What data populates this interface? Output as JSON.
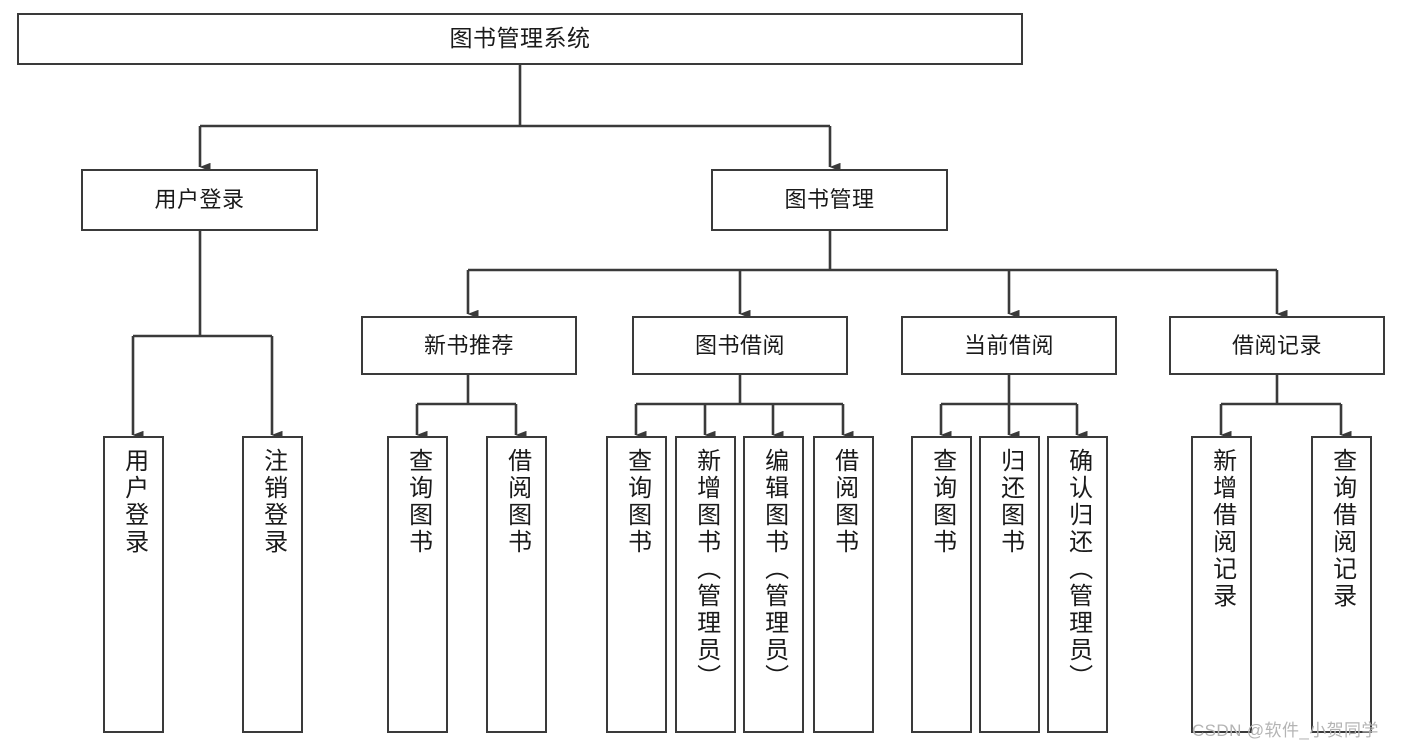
{
  "diagram": {
    "title": "图书管理系统",
    "type": "hierarchy-tree",
    "watermark": "CSDN @软件_小贺同学",
    "colors": {
      "box_border": "#3a3a3a",
      "box_fill": "#ffffff",
      "connector": "#3a3a3a",
      "text": "#1a1a1a",
      "watermark": "#b4b4b4"
    },
    "nodes": {
      "root": {
        "label": "图书管理系统"
      },
      "level2": [
        {
          "label": "用户登录"
        },
        {
          "label": "图书管理"
        }
      ],
      "level3": [
        {
          "label": "新书推荐"
        },
        {
          "label": "图书借阅"
        },
        {
          "label": "当前借阅"
        },
        {
          "label": "借阅记录"
        }
      ],
      "leaves_user_login": [
        {
          "label": "用户登录"
        },
        {
          "label": "注销登录"
        }
      ],
      "leaves_new_books": [
        {
          "label": "查询图书"
        },
        {
          "label": "借阅图书"
        }
      ],
      "leaves_borrow": [
        {
          "label": "查询图书"
        },
        {
          "label": "新增图书（管理员）"
        },
        {
          "label": "编辑图书（管理员）"
        },
        {
          "label": "借阅图书"
        }
      ],
      "leaves_current": [
        {
          "label": "查询图书"
        },
        {
          "label": "归还图书"
        },
        {
          "label": "确认归还（管理员）"
        }
      ],
      "leaves_records": [
        {
          "label": "新增借阅记录"
        },
        {
          "label": "查询借阅记录"
        }
      ]
    }
  }
}
